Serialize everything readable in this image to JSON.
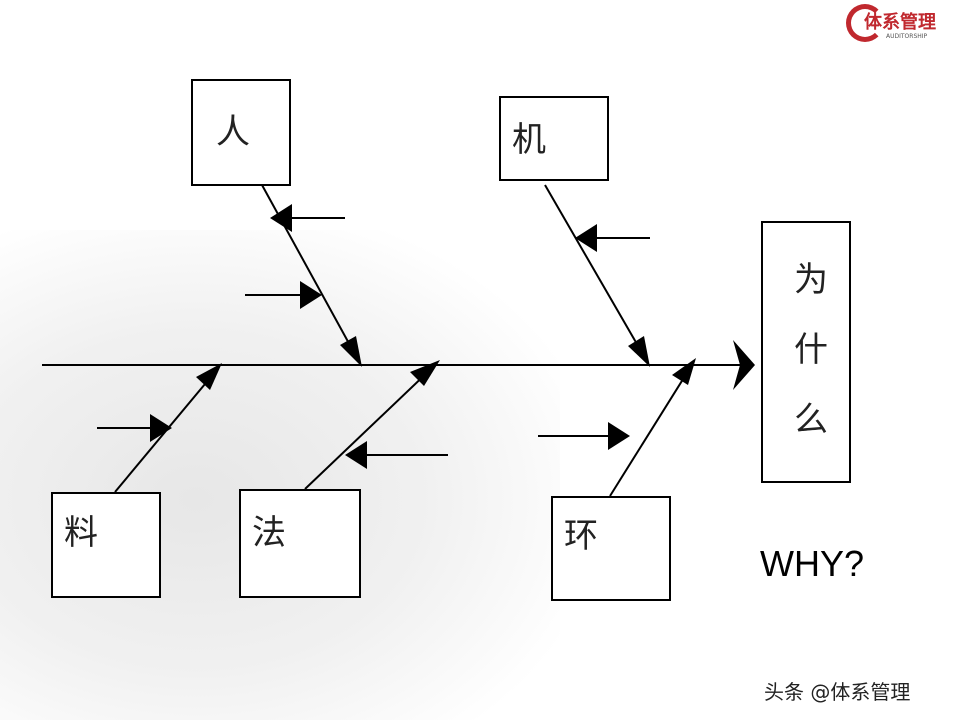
{
  "logo": {
    "title": "体系管理",
    "subtitle": "AUDITORSHIP"
  },
  "categories": {
    "people": "人",
    "machine": "机",
    "material": "料",
    "method": "法",
    "environment": "环"
  },
  "effect": {
    "line1": "为",
    "line2": "什",
    "line3": "么"
  },
  "why": "WHY?",
  "watermark": "头条 @体系管理"
}
